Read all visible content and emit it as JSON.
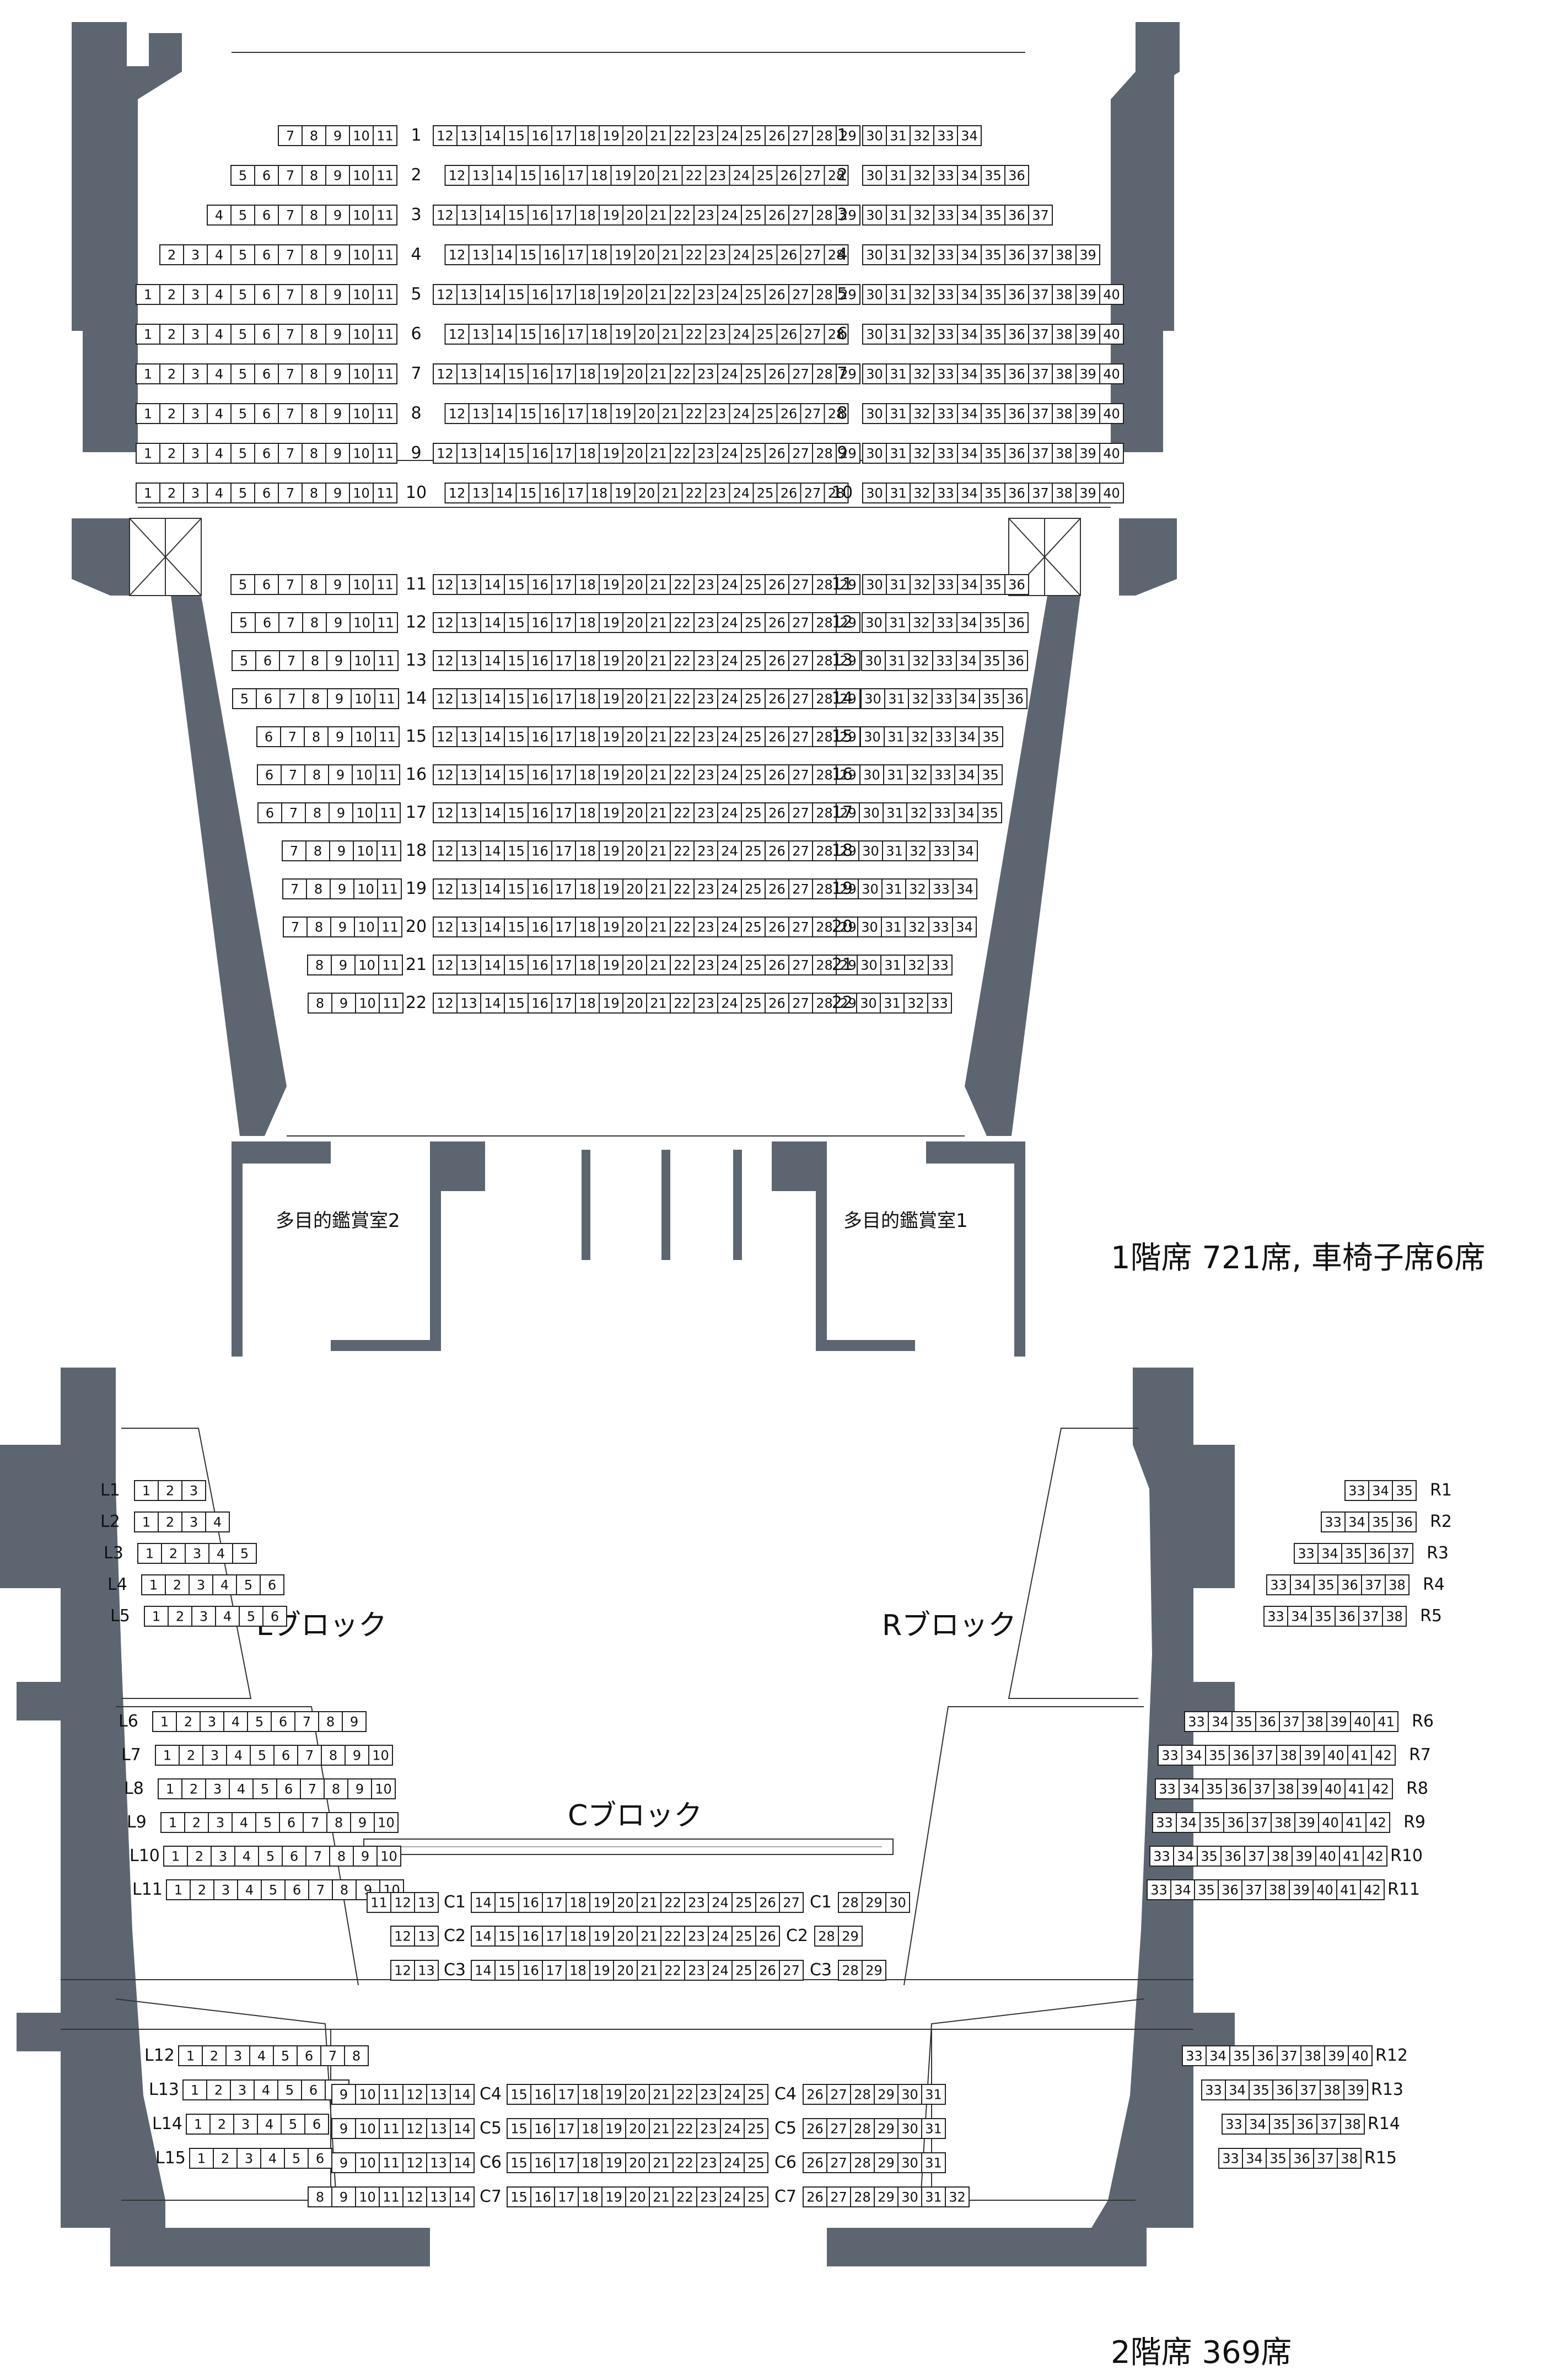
{
  "floor1": {
    "caption": "1階席 721席, 車椅子席6席",
    "rooms": [
      "多目的鑑賞室2",
      "多目的鑑賞室1"
    ],
    "rows": [
      {
        "row": "1",
        "left": [
          7,
          11
        ],
        "center": [
          12,
          29
        ],
        "right": [
          30,
          34
        ]
      },
      {
        "row": "2",
        "left": [
          5,
          11
        ],
        "center": [
          12,
          28
        ],
        "right": [
          30,
          36
        ]
      },
      {
        "row": "3",
        "left": [
          4,
          11
        ],
        "center": [
          12,
          29
        ],
        "right": [
          30,
          37
        ]
      },
      {
        "row": "4",
        "left": [
          2,
          11
        ],
        "center": [
          12,
          28
        ],
        "right": [
          30,
          39
        ]
      },
      {
        "row": "5",
        "left": [
          1,
          11
        ],
        "center": [
          12,
          29
        ],
        "right": [
          30,
          40
        ]
      },
      {
        "row": "6",
        "left": [
          1,
          11
        ],
        "center": [
          12,
          28
        ],
        "right": [
          30,
          40
        ]
      },
      {
        "row": "7",
        "left": [
          1,
          11
        ],
        "center": [
          12,
          29
        ],
        "right": [
          30,
          40
        ]
      },
      {
        "row": "8",
        "left": [
          1,
          11
        ],
        "center": [
          12,
          28
        ],
        "right": [
          30,
          40
        ]
      },
      {
        "row": "9",
        "left": [
          1,
          11
        ],
        "center": [
          12,
          29
        ],
        "right": [
          30,
          40
        ]
      },
      {
        "row": "10",
        "left": [
          1,
          11
        ],
        "center": [
          12,
          28
        ],
        "right": [
          30,
          40
        ]
      },
      {
        "row": "11",
        "left": [
          5,
          11
        ],
        "center": [
          12,
          29
        ],
        "right": [
          30,
          36
        ]
      },
      {
        "row": "12",
        "left": [
          5,
          11
        ],
        "center": [
          12,
          29
        ],
        "right": [
          30,
          36
        ]
      },
      {
        "row": "13",
        "left": [
          5,
          11
        ],
        "center": [
          12,
          29
        ],
        "right": [
          30,
          36
        ]
      },
      {
        "row": "14",
        "left": [
          5,
          11
        ],
        "center": [
          12,
          29
        ],
        "right": [
          30,
          36
        ]
      },
      {
        "row": "15",
        "left": [
          6,
          11
        ],
        "center": [
          12,
          29
        ],
        "right": [
          30,
          35
        ]
      },
      {
        "row": "16",
        "left": [
          6,
          11
        ],
        "center": [
          12,
          29
        ],
        "right": [
          30,
          35
        ]
      },
      {
        "row": "17",
        "left": [
          6,
          11
        ],
        "center": [
          12,
          29
        ],
        "right": [
          30,
          35
        ]
      },
      {
        "row": "18",
        "left": [
          7,
          11
        ],
        "center": [
          12,
          29
        ],
        "right": [
          30,
          34
        ]
      },
      {
        "row": "19",
        "left": [
          7,
          11
        ],
        "center": [
          12,
          29
        ],
        "right": [
          30,
          34
        ]
      },
      {
        "row": "20",
        "left": [
          7,
          11
        ],
        "center": [
          12,
          29
        ],
        "right": [
          30,
          34
        ]
      },
      {
        "row": "21",
        "left": [
          8,
          11
        ],
        "center": [
          12,
          29
        ],
        "right": [
          30,
          33
        ]
      },
      {
        "row": "22",
        "left": [
          8,
          11
        ],
        "center": [
          12,
          29
        ],
        "right": [
          30,
          33
        ]
      }
    ]
  },
  "floor2": {
    "caption": "2階席 369席",
    "blocks": {
      "L": "Lブロック",
      "R": "Rブロック",
      "C": "Cブロック"
    },
    "L_rows": [
      {
        "row": "L1",
        "seats": [
          1,
          3
        ]
      },
      {
        "row": "L2",
        "seats": [
          1,
          4
        ]
      },
      {
        "row": "L3",
        "seats": [
          1,
          5
        ]
      },
      {
        "row": "L4",
        "seats": [
          1,
          6
        ]
      },
      {
        "row": "L5",
        "seats": [
          1,
          6
        ]
      },
      {
        "row": "L6",
        "seats": [
          1,
          9
        ]
      },
      {
        "row": "L7",
        "seats": [
          1,
          10
        ]
      },
      {
        "row": "L8",
        "seats": [
          1,
          10
        ]
      },
      {
        "row": "L9",
        "seats": [
          1,
          10
        ]
      },
      {
        "row": "L10",
        "seats": [
          1,
          10
        ]
      },
      {
        "row": "L11",
        "seats": [
          1,
          10
        ]
      },
      {
        "row": "L12",
        "seats": [
          1,
          8
        ]
      },
      {
        "row": "L13",
        "seats": [
          1,
          7
        ]
      },
      {
        "row": "L14",
        "seats": [
          1,
          6
        ]
      },
      {
        "row": "L15",
        "seats": [
          1,
          6
        ]
      }
    ],
    "R_rows": [
      {
        "row": "R1",
        "seats": [
          33,
          35
        ]
      },
      {
        "row": "R2",
        "seats": [
          33,
          36
        ]
      },
      {
        "row": "R3",
        "seats": [
          33,
          37
        ]
      },
      {
        "row": "R4",
        "seats": [
          33,
          38
        ]
      },
      {
        "row": "R5",
        "seats": [
          33,
          38
        ]
      },
      {
        "row": "R6",
        "seats": [
          33,
          41
        ]
      },
      {
        "row": "R7",
        "seats": [
          33,
          42
        ]
      },
      {
        "row": "R8",
        "seats": [
          33,
          42
        ]
      },
      {
        "row": "R9",
        "seats": [
          33,
          42
        ]
      },
      {
        "row": "R10",
        "seats": [
          33,
          42
        ]
      },
      {
        "row": "R11",
        "seats": [
          33,
          42
        ]
      },
      {
        "row": "R12",
        "seats": [
          33,
          40
        ]
      },
      {
        "row": "R13",
        "seats": [
          33,
          39
        ]
      },
      {
        "row": "R14",
        "seats": [
          33,
          38
        ]
      },
      {
        "row": "R15",
        "seats": [
          33,
          38
        ]
      }
    ],
    "C_rows": [
      {
        "row": "C1",
        "left": [
          11,
          13
        ],
        "center": [
          14,
          27
        ],
        "right": [
          28,
          30
        ]
      },
      {
        "row": "C2",
        "left": [
          12,
          13
        ],
        "center": [
          14,
          26
        ],
        "right": [
          28,
          29
        ]
      },
      {
        "row": "C3",
        "left": [
          12,
          13
        ],
        "center": [
          14,
          27
        ],
        "right": [
          28,
          29
        ]
      },
      {
        "row": "C4",
        "left": [
          9,
          14
        ],
        "center": [
          15,
          25
        ],
        "right": [
          26,
          31
        ]
      },
      {
        "row": "C5",
        "left": [
          9,
          14
        ],
        "center": [
          15,
          25
        ],
        "right": [
          26,
          31
        ]
      },
      {
        "row": "C6",
        "left": [
          9,
          14
        ],
        "center": [
          15,
          25
        ],
        "right": [
          26,
          31
        ]
      },
      {
        "row": "C7",
        "left": [
          8,
          14
        ],
        "center": [
          15,
          25
        ],
        "right": [
          26,
          32
        ]
      }
    ]
  }
}
